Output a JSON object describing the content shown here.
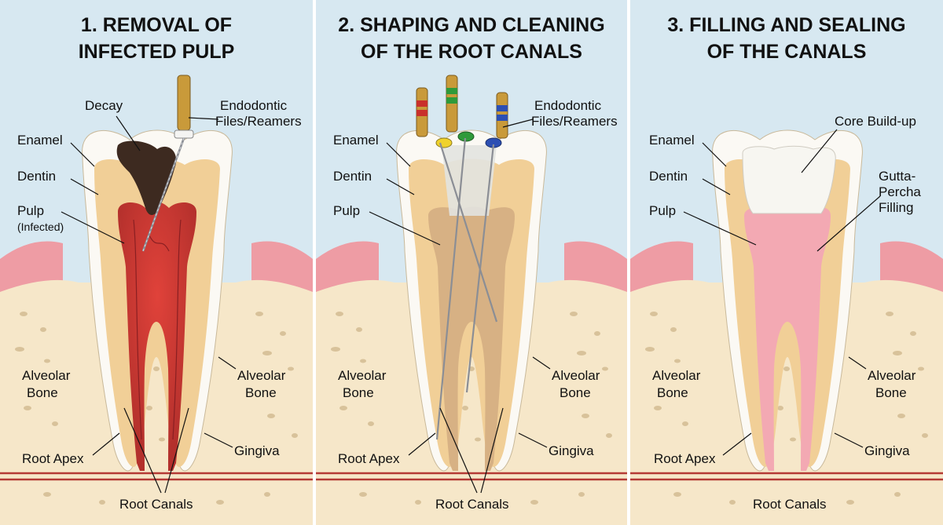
{
  "panels": [
    {
      "title_line1": "1. REMOVAL OF",
      "title_line2": "INFECTED PULP",
      "labels": {
        "decay": "Decay",
        "files_line1": "Endodontic",
        "files_line2": "Files/Reamers",
        "enamel": "Enamel",
        "dentin": "Dentin",
        "pulp": "Pulp",
        "pulp_note": "(Infected)",
        "bone_left_line1": "Alveolar",
        "bone_left_line2": "Bone",
        "bone_right_line1": "Alveolar",
        "bone_right_line2": "Bone",
        "gingiva": "Gingiva",
        "root_apex": "Root Apex",
        "root_canals": "Root Canals"
      }
    },
    {
      "title_line1": "2. SHAPING AND CLEANING",
      "title_line2": "OF THE ROOT CANALS",
      "labels": {
        "files_line1": "Endodontic",
        "files_line2": "Files/Reamers",
        "enamel": "Enamel",
        "dentin": "Dentin",
        "pulp": "Pulp",
        "bone_left_line1": "Alveolar",
        "bone_left_line2": "Bone",
        "bone_right_line1": "Alveolar",
        "bone_right_line2": "Bone",
        "gingiva": "Gingiva",
        "root_apex": "Root Apex",
        "root_canals": "Root Canals"
      }
    },
    {
      "title_line1": "3. FILLING AND SEALING",
      "title_line2": "OF THE CANALS",
      "labels": {
        "core": "Core Build-up",
        "gp_line1": "Gutta-",
        "gp_line2": "Percha",
        "gp_line3": "Filling",
        "enamel": "Enamel",
        "dentin": "Dentin",
        "pulp": "Pulp",
        "bone_left_line1": "Alveolar",
        "bone_left_line2": "Bone",
        "bone_right_line1": "Alveolar",
        "bone_right_line2": "Bone",
        "gingiva": "Gingiva",
        "root_apex": "Root Apex",
        "root_canals": "Root Canals"
      }
    }
  ],
  "colors": {
    "sky": "#d7e8f1",
    "bone": "#f6e7c9",
    "gum": "#ee9ca4",
    "enamel": "#fbf9f4",
    "dentin": "#f1cf97",
    "pulp_infected": "#c93b35",
    "decay": "#3d2a20",
    "cleaned_canal": "#d7b184",
    "gutta_percha": "#f3a9b3",
    "core": "#f7f6f1",
    "vessel": "#a3282a",
    "divider": "#ffffff"
  }
}
